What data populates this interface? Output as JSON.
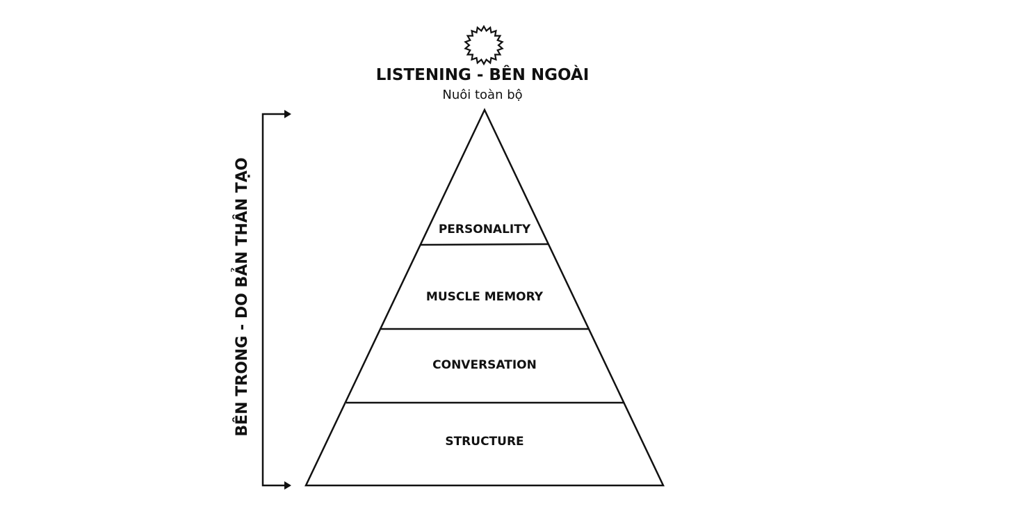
{
  "colors": {
    "ink": "#111111",
    "background": "#ffffff"
  },
  "top": {
    "icon": "starburst-icon",
    "title": "LISTENING - BÊN NGOÀI",
    "subtitle": "Nuôi toàn bộ"
  },
  "side": {
    "icon": "bracket-arrow-icon",
    "label": "BÊN TRONG - DO BẢN THÂN TẠO"
  },
  "pyramid": {
    "levels": [
      {
        "label": "PERSONALITY"
      },
      {
        "label": "MUSCLE MEMORY"
      },
      {
        "label": "CONVERSATION"
      },
      {
        "label": "STRUCTURE"
      }
    ]
  }
}
